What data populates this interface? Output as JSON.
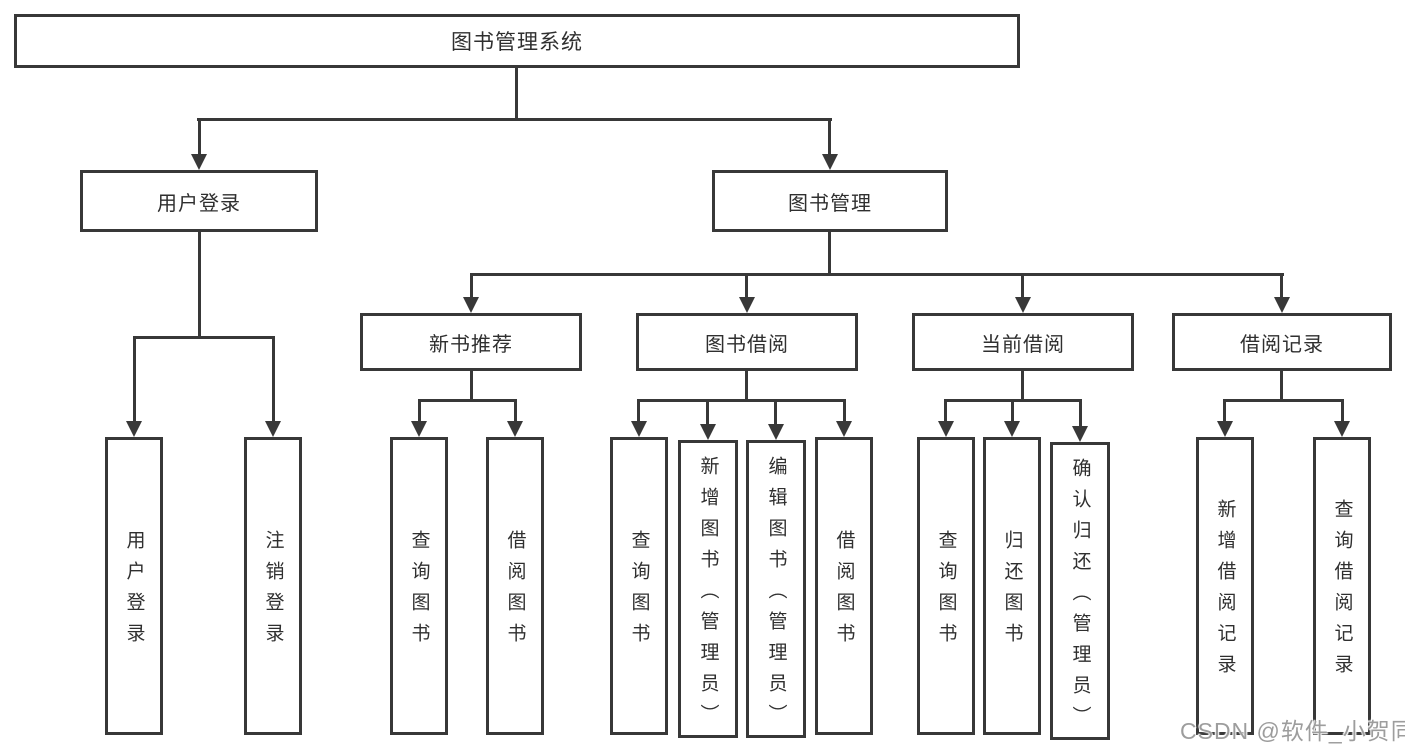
{
  "nodes": {
    "root": "图书管理系统",
    "user_login": "用户登录",
    "book_mgmt": "图书管理",
    "user_login_children": [
      "用户登录",
      "注销登录"
    ],
    "modules": [
      {
        "label": "新书推荐",
        "children": [
          "查询图书",
          "借阅图书"
        ]
      },
      {
        "label": "图书借阅",
        "children": [
          "查询图书",
          "新增图书（管理员）",
          "编辑图书（管理员）",
          "借阅图书"
        ]
      },
      {
        "label": "当前借阅",
        "children": [
          "查询图书",
          "归还图书",
          "确认归还（管理员）"
        ]
      },
      {
        "label": "借阅记录",
        "children": [
          "新增借阅记录",
          "查询借阅记录"
        ]
      }
    ]
  },
  "watermark": "CSDN @软件_小贺同学",
  "colors": {
    "line": "#383838",
    "text": "#2f2f2f",
    "watermark": "#9d9d9d",
    "background": "#ffffff"
  }
}
